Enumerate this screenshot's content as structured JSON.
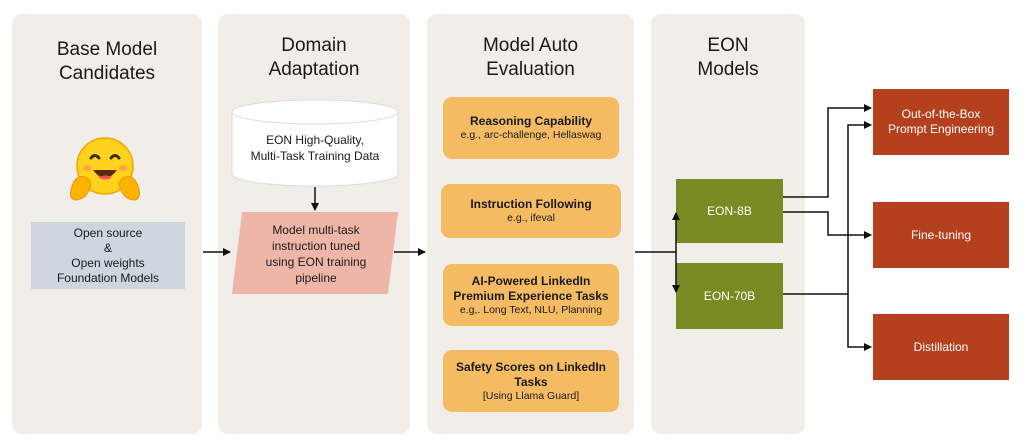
{
  "panels": {
    "base": {
      "title_line1": "Base Model",
      "title_line2": "Candidates"
    },
    "domain": {
      "title_line1": "Domain",
      "title_line2": "Adaptation"
    },
    "eval": {
      "title_line1": "Model Auto",
      "title_line2": "Evaluation"
    },
    "eon": {
      "title_line1": "EON",
      "title_line2": "Models"
    }
  },
  "base": {
    "icon": "hugging-face-emoji-icon",
    "box_lines": [
      "Open source",
      "&",
      "Open weights",
      "Foundation Models"
    ]
  },
  "domain": {
    "data_lines": [
      "EON High-Quality,",
      "Multi-Task Training Data"
    ],
    "process_lines": [
      "Model multi-task",
      "instruction tuned",
      "using EON training",
      "pipeline"
    ]
  },
  "evaluation": [
    {
      "title": "Reasoning Capability",
      "sub": "e.g., arc-challenge, Hellaswag"
    },
    {
      "title": "Instruction Following",
      "sub": "e.g., ifeval"
    },
    {
      "title_line1": "AI-Powered LinkedIn",
      "title_line2": "Premium Experience Tasks",
      "sub": "e.g,. Long Text, NLU, Planning"
    },
    {
      "title_line1": "Safety Scores on LinkedIn",
      "title_line2": "Tasks",
      "sub": "[Using Llama Guard]"
    }
  ],
  "models": {
    "m1": "EON-8B",
    "m2": "EON-70B"
  },
  "outputs": {
    "o1_line1": "Out-of-the-Box",
    "o1_line2": "Prompt Engineering",
    "o2": "Fine-tuning",
    "o3": "Distillation"
  },
  "colors": {
    "panel": "#f1eee9",
    "orange": "#f4bb63",
    "green": "#7a8a22",
    "red": "#b5401e",
    "grey": "#cdd5df",
    "pink": "#efb6a8"
  }
}
